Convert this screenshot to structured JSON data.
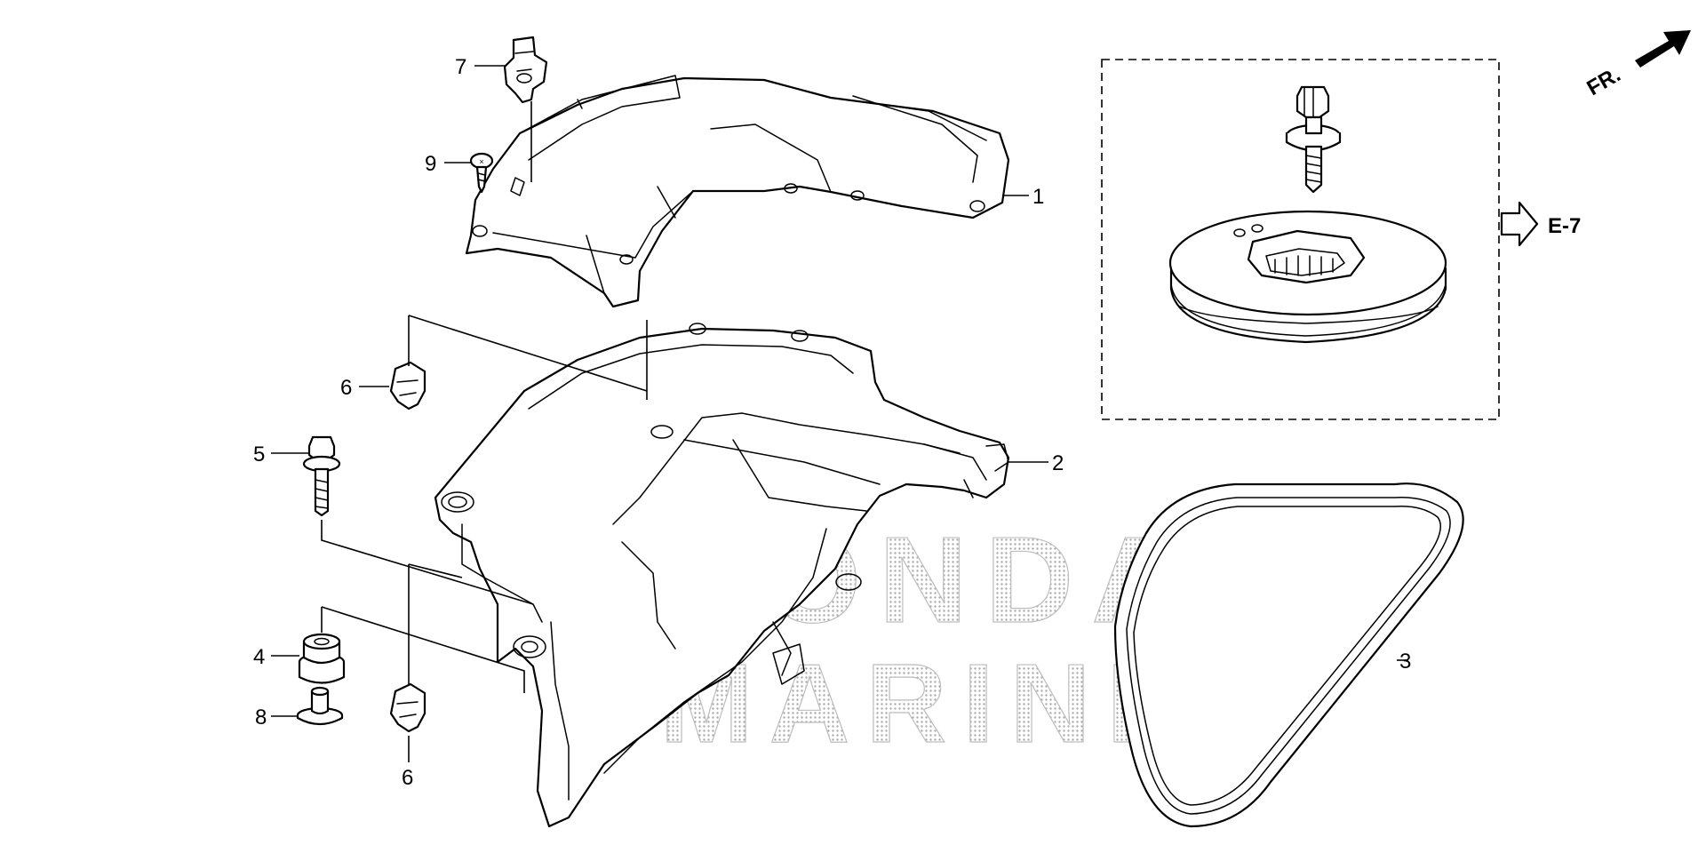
{
  "callouts": {
    "c1": "1",
    "c2": "2",
    "c3": "3",
    "c4": "4",
    "c5": "5",
    "c6a": "6",
    "c6b": "6",
    "c7": "7",
    "c8": "8",
    "c9": "9"
  },
  "reference_arrow": {
    "label": "E-7"
  },
  "front_arrow": {
    "label": "FR."
  },
  "watermark": {
    "line1": "HONDA",
    "line2": "MARINE"
  },
  "colors": {
    "ink": "#000000",
    "watermark": "#bdbdbd",
    "background": "#ffffff"
  }
}
